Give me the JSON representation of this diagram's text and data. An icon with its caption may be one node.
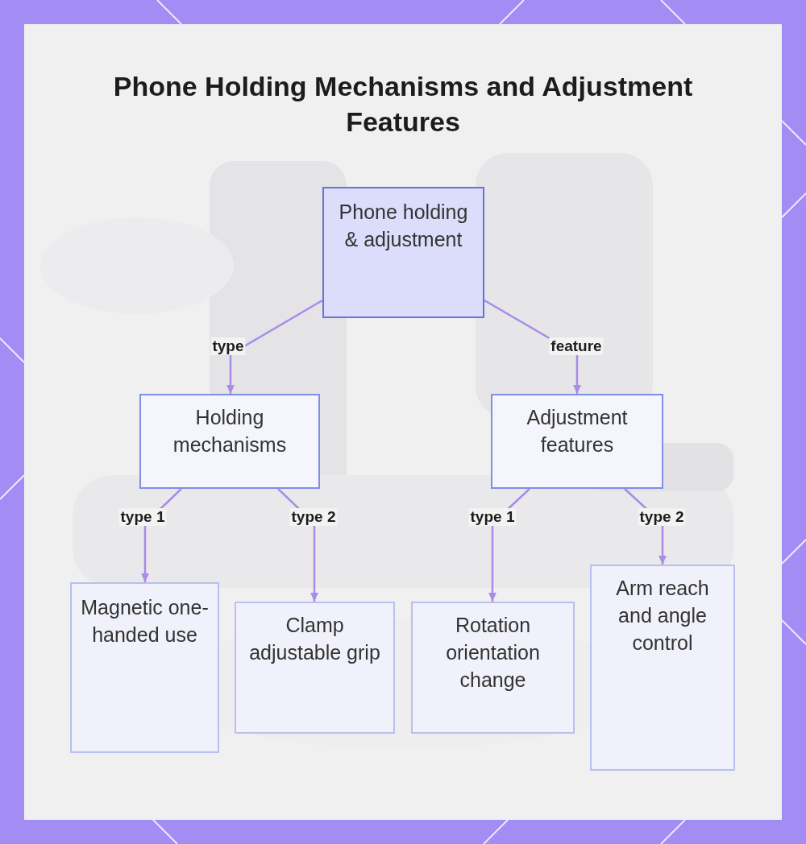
{
  "diagram": {
    "title": "Phone Holding Mechanisms and Adjustment Features",
    "nodes": [
      {
        "text": [
          "Phone holding & adjustment"
        ]
      },
      {
        "text": [
          "Holding mechanisms"
        ]
      },
      {
        "text": [
          "Adjustment features"
        ]
      },
      {
        "text": [
          "Magnetic one-handed use"
        ]
      },
      {
        "text": [
          "Clamp adjustable grip"
        ]
      },
      {
        "text": [
          "Rotation orientation change"
        ]
      },
      {
        "text": [
          "Arm reach and angle control"
        ]
      }
    ],
    "edges": [
      {
        "from": 0,
        "to": 1,
        "arrow": "to",
        "label": "type"
      },
      {
        "from": 0,
        "to": 2,
        "arrow": "to",
        "label": "feature"
      },
      {
        "from": 1,
        "to": 3,
        "arrow": "to",
        "label": "type 1"
      },
      {
        "from": 1,
        "to": 4,
        "arrow": "to",
        "label": "type 2"
      },
      {
        "from": 2,
        "to": 5,
        "arrow": "to",
        "label": "type 1"
      },
      {
        "from": 2,
        "to": 6,
        "arrow": "to",
        "label": "type 2"
      }
    ]
  }
}
